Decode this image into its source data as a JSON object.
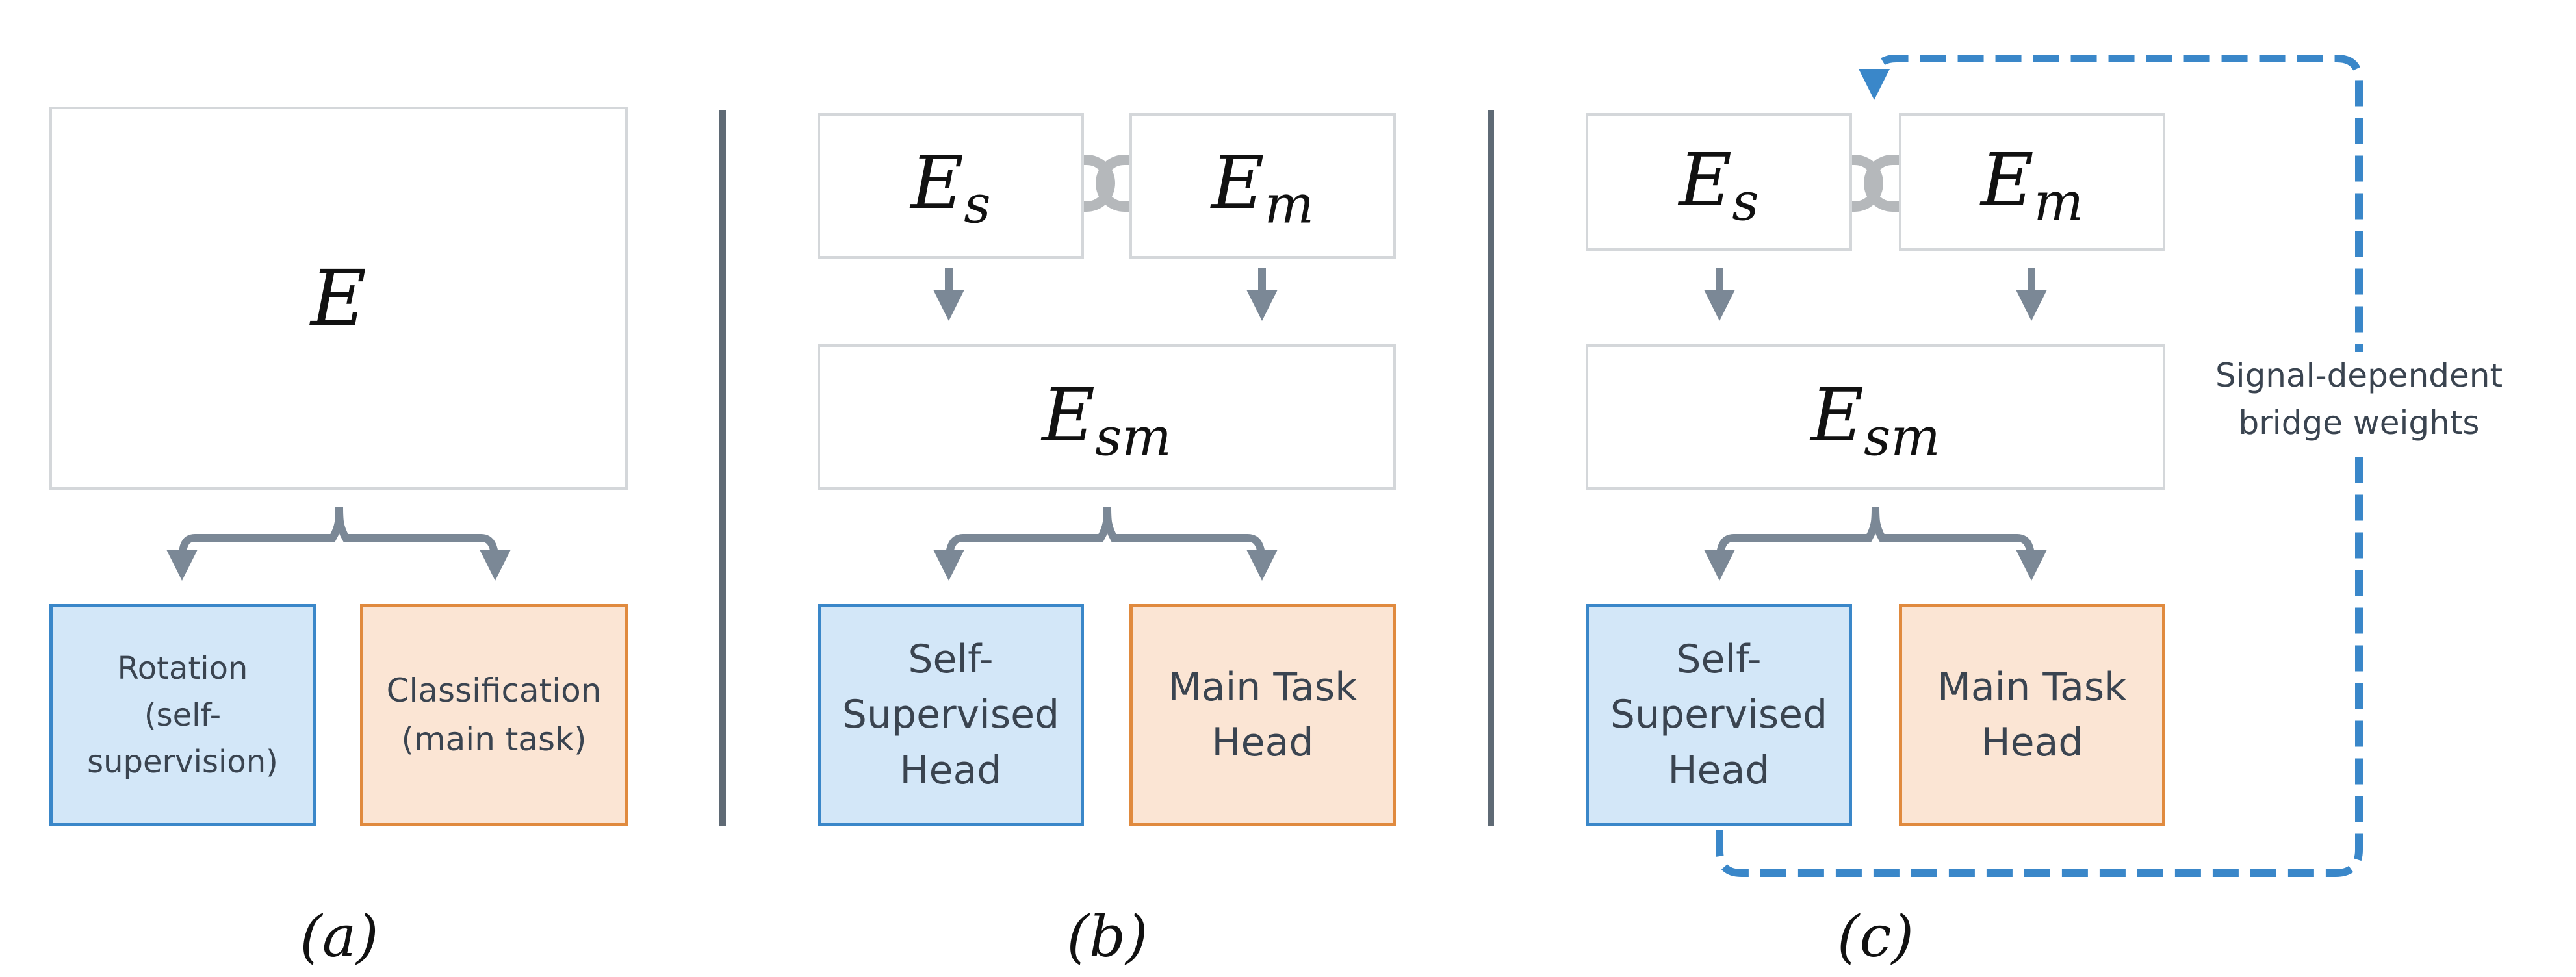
{
  "panel_a": {
    "encoder": {
      "base": "E",
      "sub": ""
    },
    "head_self": "Rotation\n(self-\nsupervision)",
    "head_main": "Classification\n(main task)",
    "caption": "(a)"
  },
  "panel_b": {
    "enc_s": {
      "base": "E",
      "sub": "s"
    },
    "enc_m": {
      "base": "E",
      "sub": "m"
    },
    "enc_sm": {
      "base": "E",
      "sub": "sm"
    },
    "head_self": "Self-\nSupervised\nHead",
    "head_main": "Main Task\nHead",
    "caption": "(b)"
  },
  "panel_c": {
    "enc_s": {
      "base": "E",
      "sub": "s"
    },
    "enc_m": {
      "base": "E",
      "sub": "m"
    },
    "enc_sm": {
      "base": "E",
      "sub": "sm"
    },
    "head_self": "Self-\nSupervised\nHead",
    "head_main": "Main Task\nHead",
    "feedback_label": "Signal-dependent\nbridge weights",
    "caption": "(c)"
  },
  "colors": {
    "box_border": "#d4d7da",
    "arrow": "#7b8896",
    "divider": "#5f6a75",
    "link": "#b5b8bb",
    "self_fill": "#d3e7f8",
    "self_border": "#3a87c9",
    "main_fill": "#fbe5d4",
    "main_border": "#e08a3e",
    "feedback": "#3a87c9"
  }
}
